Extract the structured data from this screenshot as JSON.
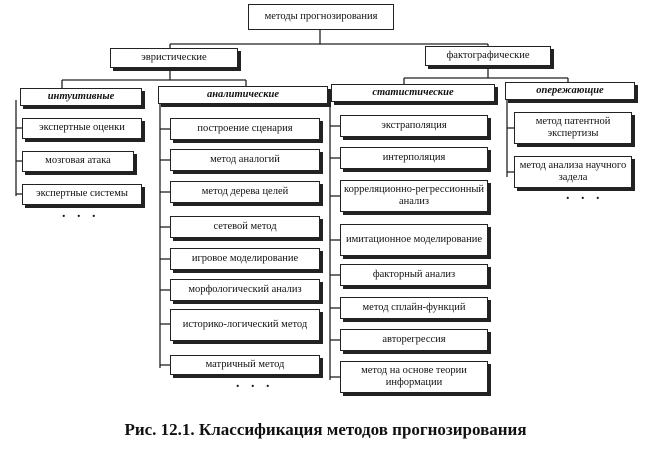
{
  "root": "методы прогнозирования",
  "level1": {
    "left": "эвристические",
    "right": "фактографические"
  },
  "level2": {
    "intuitive": "интуитивные",
    "analytic": "аналитические",
    "statistical": "статистические",
    "leading": "опережающие"
  },
  "intuitive_items": [
    "экспертные оценки",
    "мозговая атака",
    "экспертные системы"
  ],
  "analytic_items": [
    "построение сценария",
    "метод аналогий",
    "метод дерева целей",
    "сетевой метод",
    "игровое моделирование",
    "морфологический анализ",
    "историко-логический метод",
    "матричный метод"
  ],
  "statistical_items": [
    "экстраполяция",
    "интерполяция",
    "корреляционно-регрессионный анализ",
    "имитационное моделирование",
    "факторный анализ",
    "метод сплайн-функций",
    "авторегрессия",
    "метод на основе теории информации"
  ],
  "leading_items": [
    "метод патентной экспертизы",
    "метод анализа научного задела"
  ],
  "ellipsis": ". . .",
  "caption": "Рис. 12.1. Классификация методов прогнозирования"
}
